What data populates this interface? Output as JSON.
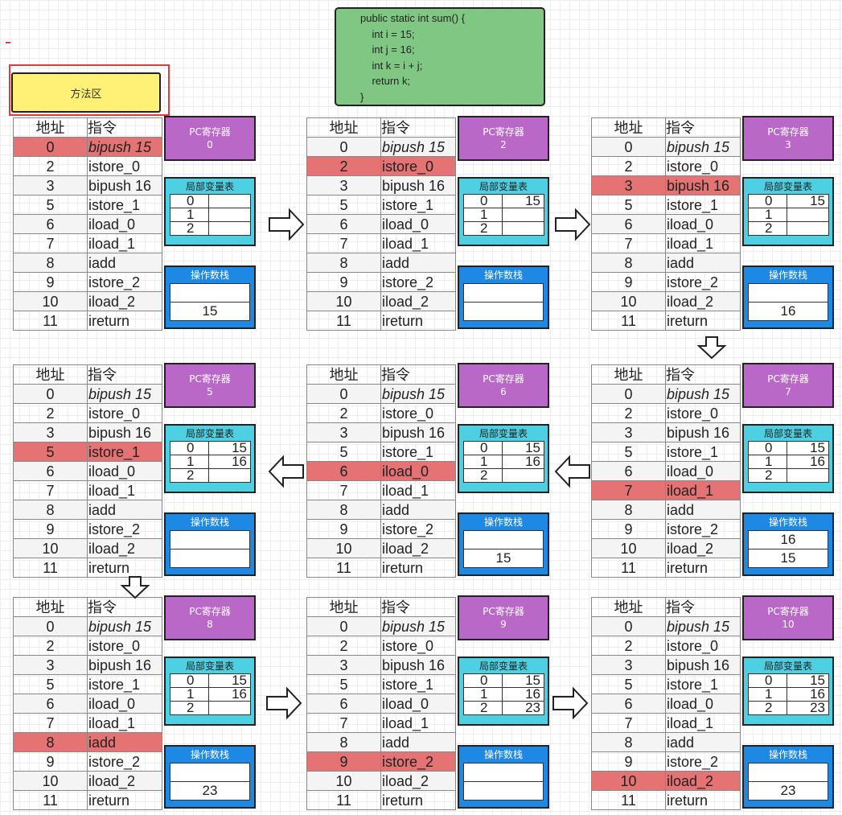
{
  "method_area": {
    "label": "方法区"
  },
  "code": [
    "public static int sum() {",
    "    int i = 15;",
    "    int j = 16;",
    "    int k = i + j;",
    "    return k;",
    "}"
  ],
  "table_headers": {
    "addr": "地址",
    "instr": "指令"
  },
  "instructions": [
    {
      "addr": "0",
      "op": "bipush 15"
    },
    {
      "addr": "2",
      "op": "istore_0"
    },
    {
      "addr": "3",
      "op": "bipush 16"
    },
    {
      "addr": "5",
      "op": "istore_1"
    },
    {
      "addr": "6",
      "op": "iload_0"
    },
    {
      "addr": "7",
      "op": "iload_1"
    },
    {
      "addr": "8",
      "op": "iadd"
    },
    {
      "addr": "9",
      "op": "istore_2"
    },
    {
      "addr": "10",
      "op": "iload_2"
    },
    {
      "addr": "11",
      "op": "ireturn"
    }
  ],
  "labels": {
    "pc_register": "PC寄存器",
    "locals": "局部变量表",
    "operand_stack": "操作数栈"
  },
  "colors": {
    "highlight": "#e57373",
    "pc": "#ba68c8",
    "locals": "#4dd0e1",
    "stack": "#1e88e5",
    "method_area": "#fff176",
    "code": "#81c784"
  },
  "steps": [
    {
      "pc": "0",
      "highlight": 0,
      "locals": [
        [
          "0",
          ""
        ],
        [
          "1",
          ""
        ],
        [
          "2",
          ""
        ]
      ],
      "stack": [
        "",
        "15"
      ]
    },
    {
      "pc": "2",
      "highlight": 1,
      "locals": [
        [
          "0",
          "15"
        ],
        [
          "1",
          ""
        ],
        [
          "2",
          ""
        ]
      ],
      "stack": [
        "",
        ""
      ]
    },
    {
      "pc": "3",
      "highlight": 2,
      "locals": [
        [
          "0",
          "15"
        ],
        [
          "1",
          ""
        ],
        [
          "2",
          ""
        ]
      ],
      "stack": [
        "",
        "16"
      ]
    },
    {
      "pc": "7",
      "highlight": 5,
      "locals": [
        [
          "0",
          "15"
        ],
        [
          "1",
          "16"
        ],
        [
          "2",
          ""
        ]
      ],
      "stack": [
        "16",
        "15"
      ]
    },
    {
      "pc": "6",
      "highlight": 4,
      "locals": [
        [
          "0",
          "15"
        ],
        [
          "1",
          "16"
        ],
        [
          "2",
          ""
        ]
      ],
      "stack": [
        "",
        "15"
      ]
    },
    {
      "pc": "5",
      "highlight": 3,
      "locals": [
        [
          "0",
          "15"
        ],
        [
          "1",
          "16"
        ],
        [
          "2",
          ""
        ]
      ],
      "stack": [
        "",
        ""
      ]
    },
    {
      "pc": "8",
      "highlight": 6,
      "locals": [
        [
          "0",
          "15"
        ],
        [
          "1",
          "16"
        ],
        [
          "2",
          ""
        ]
      ],
      "stack": [
        "",
        "23"
      ]
    },
    {
      "pc": "9",
      "highlight": 7,
      "locals": [
        [
          "0",
          "15"
        ],
        [
          "1",
          "16"
        ],
        [
          "2",
          "23"
        ]
      ],
      "stack": [
        "",
        ""
      ]
    },
    {
      "pc": "10",
      "highlight": 8,
      "locals": [
        [
          "0",
          "15"
        ],
        [
          "1",
          "16"
        ],
        [
          "2",
          "23"
        ]
      ],
      "stack": [
        "",
        "23"
      ]
    }
  ]
}
